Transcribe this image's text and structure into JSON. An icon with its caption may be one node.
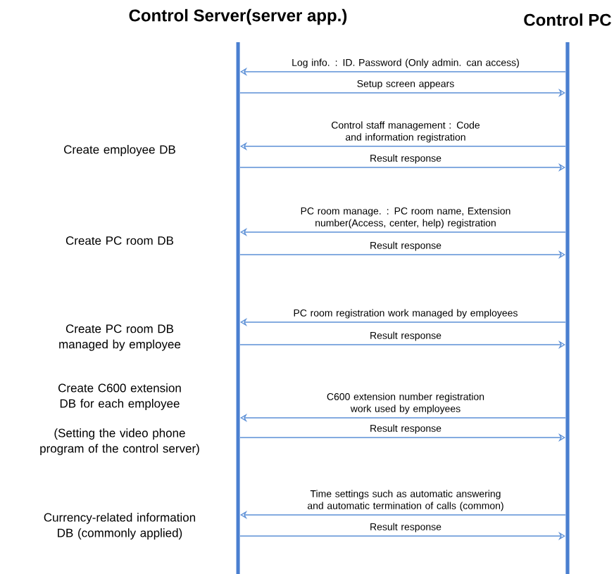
{
  "diagram": {
    "nodes": [
      {
        "text": [
          "Control Server(server app.)"
        ]
      },
      {
        "text": [
          "Control PC"
        ]
      }
    ],
    "edges": [
      {
        "from": 1,
        "to": 0,
        "arrow": "to",
        "label": "Log info. : ID. Password (Only admin. can access)"
      },
      {
        "from": 0,
        "to": 1,
        "arrow": "to",
        "label": "Setup screen appears"
      },
      {
        "from": 1,
        "to": 0,
        "arrow": "to",
        "label": "Control staff management : Code and information registration"
      },
      {
        "from": 0,
        "to": 1,
        "arrow": "to",
        "label": "Result response"
      },
      {
        "from": 1,
        "to": 0,
        "arrow": "to",
        "label": "PC room manage. : PC room name, Extension number(Access, center, help) registration"
      },
      {
        "from": 0,
        "to": 1,
        "arrow": "to",
        "label": "Result response"
      },
      {
        "from": 1,
        "to": 0,
        "arrow": "to",
        "label": "PC room registration work managed by employees"
      },
      {
        "from": 0,
        "to": 1,
        "arrow": "to",
        "label": "Result response"
      },
      {
        "from": 1,
        "to": 0,
        "arrow": "to",
        "label": "C600 extension number registration work used by employees"
      },
      {
        "from": 0,
        "to": 1,
        "arrow": "to",
        "label": "Result response"
      },
      {
        "from": 1,
        "to": 0,
        "arrow": "to",
        "label": "Time settings such as automatic answering and automatic termination of calls (common)"
      },
      {
        "from": 0,
        "to": 1,
        "arrow": "to",
        "label": "Result response"
      }
    ],
    "labels": [
      "Create employee DB",
      "Create PC room DB",
      "Create PC room DB managed by employee",
      "Create C600 extension DB for each employee",
      "(Setting the video phone program of the control server)",
      "Currency-related information DB (commonly applied)"
    ]
  }
}
